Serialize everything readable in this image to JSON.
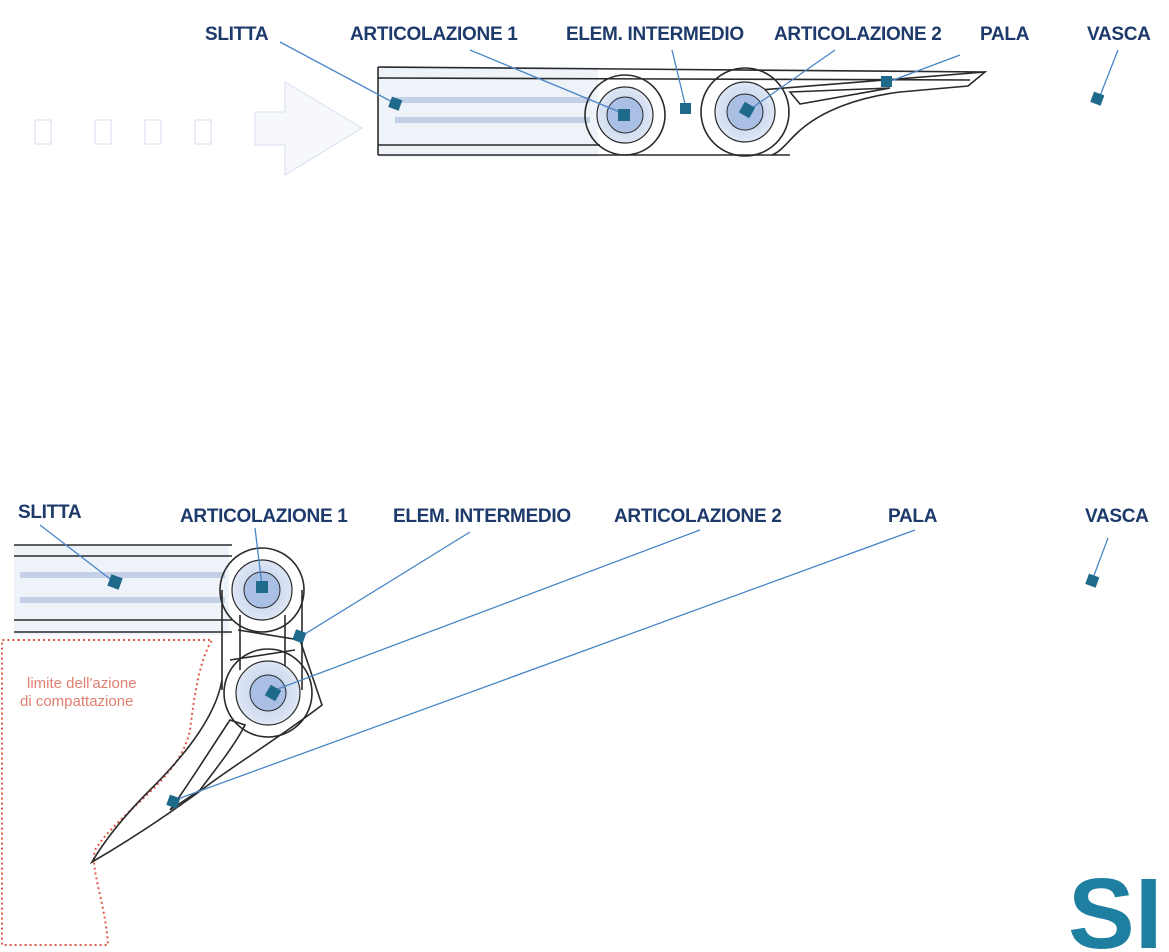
{
  "colors": {
    "label": "#1d3a6b",
    "marker": "#1f6a8a",
    "leader": "#4a86c8",
    "limit_line": "#e05a4a",
    "joint_fill": "#c9d7ee",
    "slide_fill": "#e4ebf6",
    "logo": "#1f7fa0"
  },
  "top_view": {
    "labels": {
      "slitta": "SLITTA",
      "articolazione1": "ARTICOLAZIONE 1",
      "elem_intermedio": "ELEM. INTERMEDIO",
      "articolazione2": "ARTICOLAZIONE 2",
      "pala": "PALA",
      "vasca": "VASCA"
    }
  },
  "bottom_view": {
    "labels": {
      "slitta": "SLITTA",
      "articolazione1": "ARTICOLAZIONE 1",
      "elem_intermedio": "ELEM. INTERMEDIO",
      "articolazione2": "ARTICOLAZIONE 2",
      "pala": "PALA",
      "vasca": "VASCA"
    },
    "limit_note_line1": "limite dell'azione",
    "limit_note_line2": "di compattazione"
  },
  "logo_text": "SI"
}
